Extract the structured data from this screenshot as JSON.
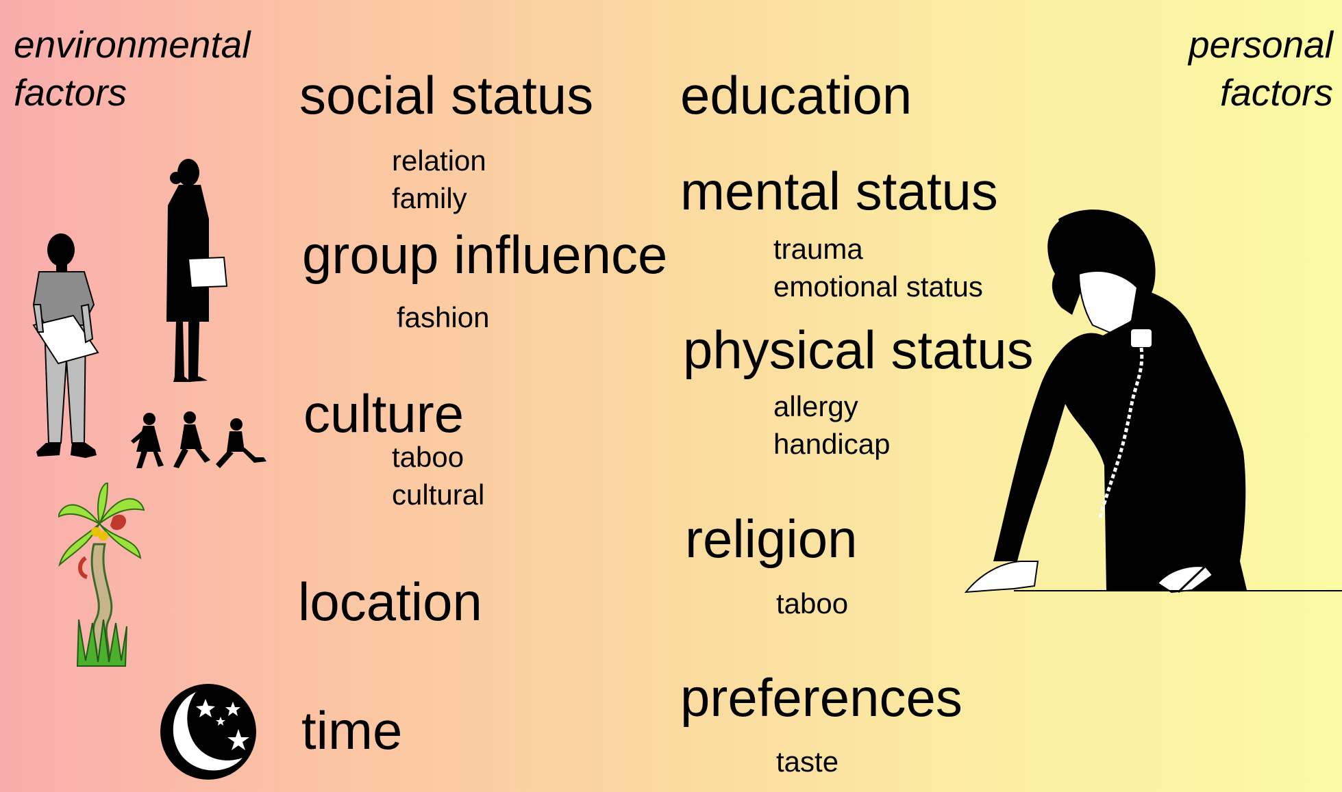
{
  "corners": {
    "left": [
      "environmental",
      "factors"
    ],
    "right": [
      "personal",
      "factors"
    ]
  },
  "environmental": [
    {
      "title": "social status",
      "items": [
        "relation",
        "family"
      ]
    },
    {
      "title": "group influence",
      "items": [
        "fashion"
      ]
    },
    {
      "title": "culture",
      "items": [
        "taboo",
        "cultural"
      ]
    },
    {
      "title": "location",
      "items": []
    },
    {
      "title": "time",
      "items": []
    }
  ],
  "personal": [
    {
      "title": "education",
      "items": []
    },
    {
      "title": "mental status",
      "items": [
        "trauma",
        "emotional status"
      ]
    },
    {
      "title": "physical status",
      "items": [
        "allergy",
        "handicap"
      ]
    },
    {
      "title": "religion",
      "items": [
        "taboo"
      ]
    },
    {
      "title": "preferences",
      "items": [
        "taste"
      ]
    }
  ],
  "icons": [
    "man-with-folder-icon",
    "woman-with-folder-icon",
    "running-children-icon",
    "palm-tree-icon",
    "moon-and-stars-icon",
    "woman-on-telephone-icon"
  ]
}
